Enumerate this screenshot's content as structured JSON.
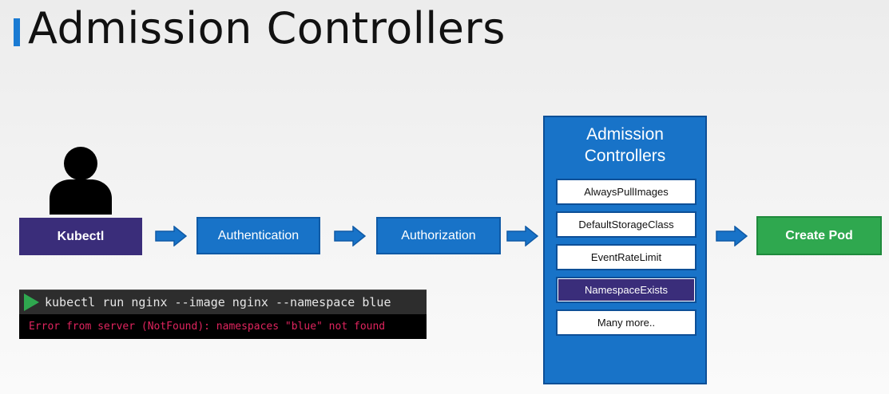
{
  "title": "Admission Controllers",
  "flow": {
    "kubectl": "Kubectl",
    "authentication": "Authentication",
    "authorization": "Authorization",
    "create_pod": "Create Pod"
  },
  "admission_panel": {
    "title": "Admission\nControllers",
    "items": [
      {
        "label": "AlwaysPullImages",
        "highlighted": false
      },
      {
        "label": "DefaultStorageClass",
        "highlighted": false
      },
      {
        "label": "EventRateLimit",
        "highlighted": false
      },
      {
        "label": "NamespaceExists",
        "highlighted": true
      },
      {
        "label": "Many more..",
        "highlighted": false
      }
    ]
  },
  "terminal": {
    "command": "kubectl run nginx --image nginx --namespace blue",
    "error": "Error from server (NotFound): namespaces \"blue\" not found"
  },
  "colors": {
    "accent_blue": "#1873c8",
    "purple": "#3a2d7a",
    "green": "#2fa84f",
    "error_red": "#e0245e"
  }
}
